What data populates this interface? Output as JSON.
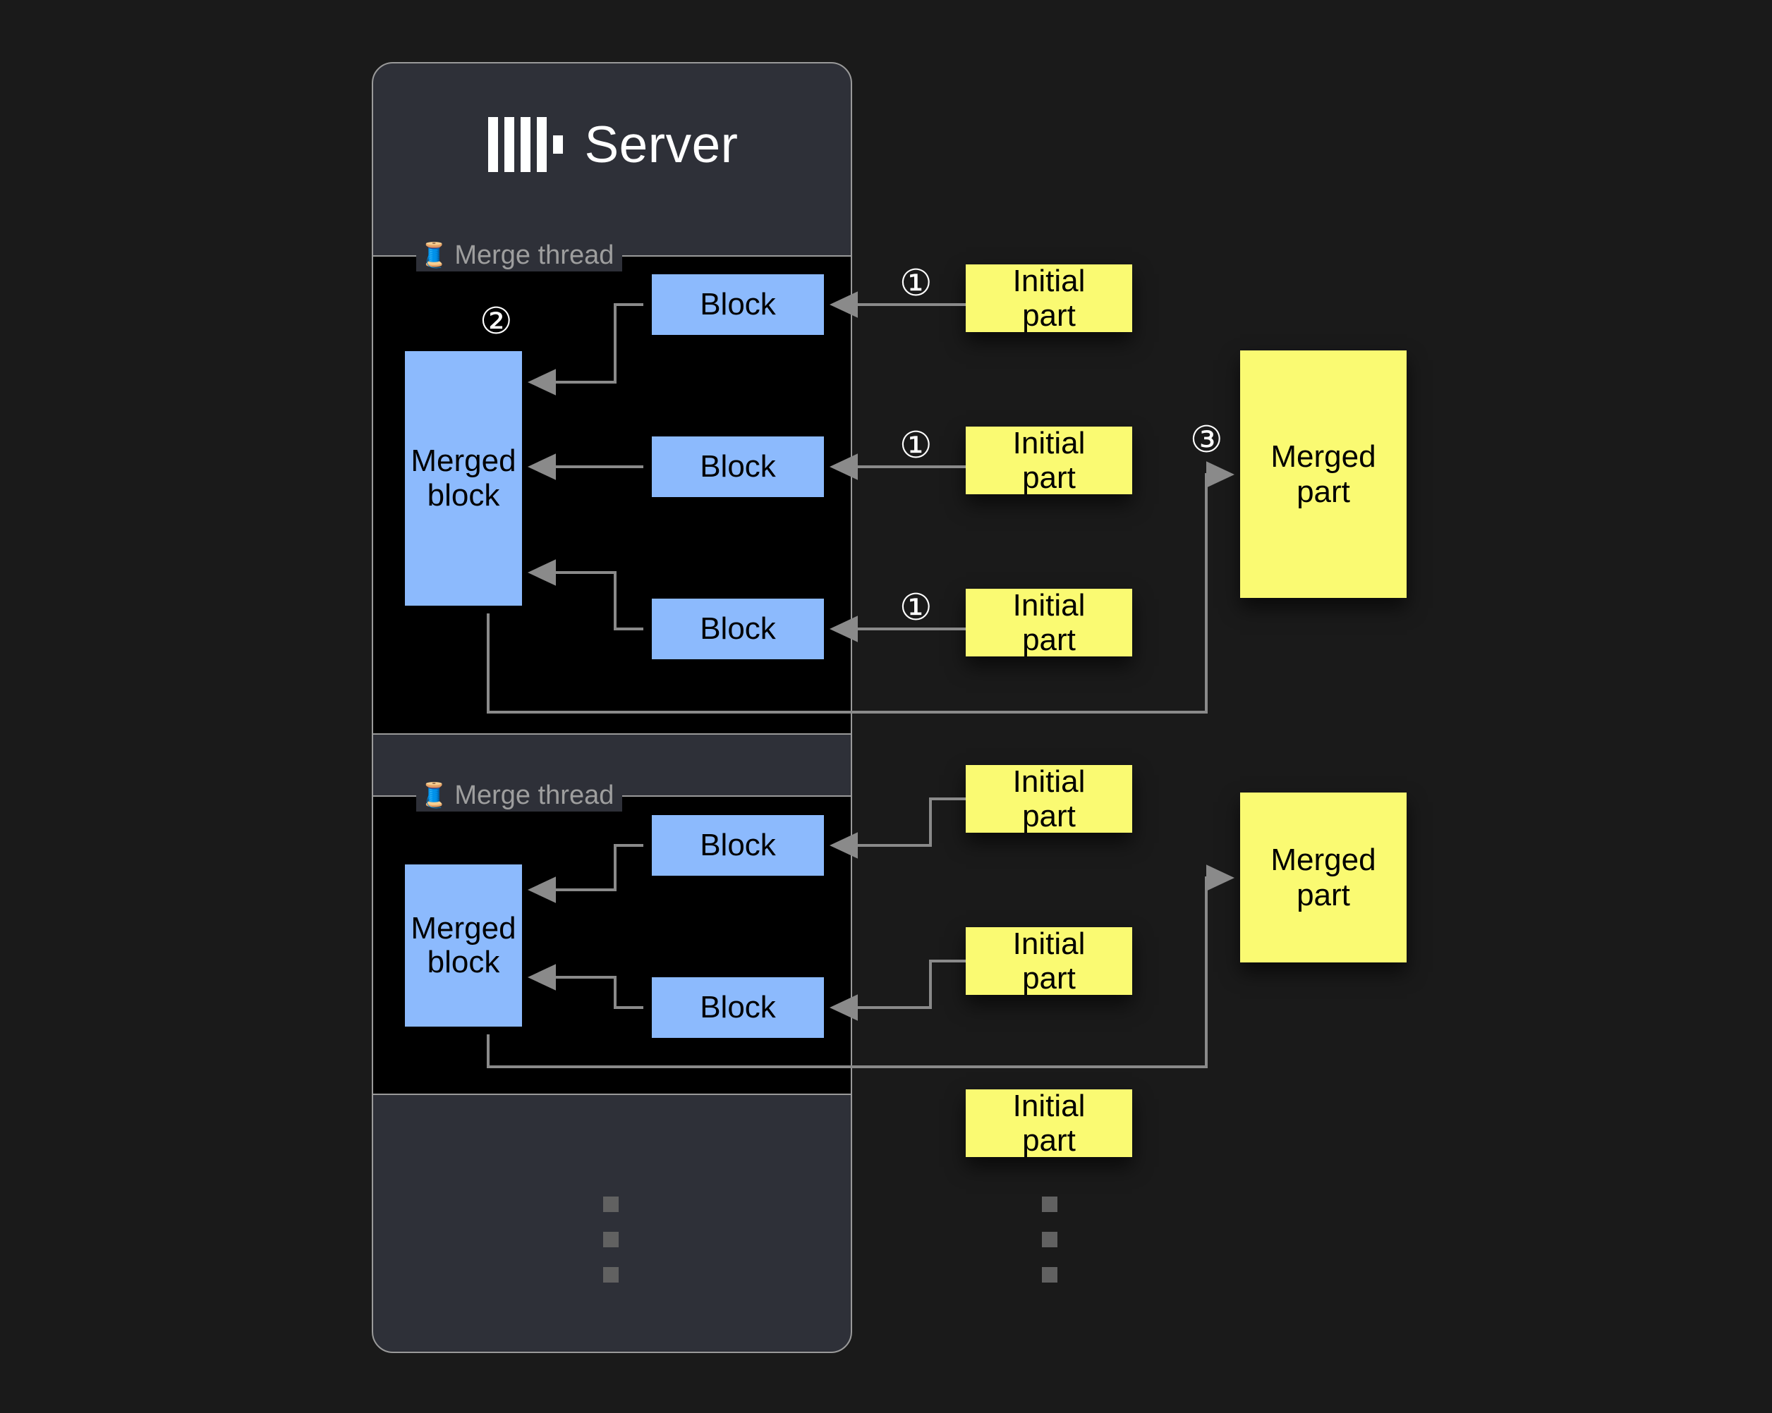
{
  "server": {
    "title": "Server",
    "logo_icon": "clickhouse-logo"
  },
  "merge_threads": [
    {
      "label": "Merge thread",
      "icon": "thread-spool-icon",
      "merged_block_label": "Merged\nblock",
      "blocks": [
        "Block",
        "Block",
        "Block"
      ]
    },
    {
      "label": "Merge thread",
      "icon": "thread-spool-icon",
      "merged_block_label": "Merged\nblock",
      "blocks": [
        "Block",
        "Block"
      ]
    }
  ],
  "labels": {
    "block": "Block",
    "merged_block_line1": "Merged",
    "merged_block_line2": "block",
    "initial_part_line1": "Initial",
    "initial_part_line2": "part",
    "merged_part_line1": "Merged",
    "merged_part_line2": "part",
    "merge_thread": "Merge thread",
    "spool_glyph": "🧵"
  },
  "steps": {
    "one": "①",
    "two": "②",
    "three": "③"
  },
  "initial_parts": [
    {
      "line1": "Initial",
      "line2": "part"
    },
    {
      "line1": "Initial",
      "line2": "part"
    },
    {
      "line1": "Initial",
      "line2": "part"
    },
    {
      "line1": "Initial",
      "line2": "part"
    },
    {
      "line1": "Initial",
      "line2": "part"
    },
    {
      "line1": "Initial",
      "line2": "part"
    }
  ],
  "merged_parts": [
    {
      "line1": "Merged",
      "line2": "part"
    },
    {
      "line1": "Merged",
      "line2": "part"
    }
  ],
  "colors": {
    "page_background": "#1a1a1a",
    "server_card": "#2e3038",
    "thread_box": "#000000",
    "block_blue": "#8cbafd",
    "part_yellow": "#fafa72",
    "arrow_gray": "#8a8a8a",
    "border_gray": "#9a9a9a",
    "label_gray": "#9e9e9e",
    "dot_gray": "#616161"
  },
  "ellipsis": {
    "glyph": "vertical-ellipsis",
    "count": 3
  }
}
